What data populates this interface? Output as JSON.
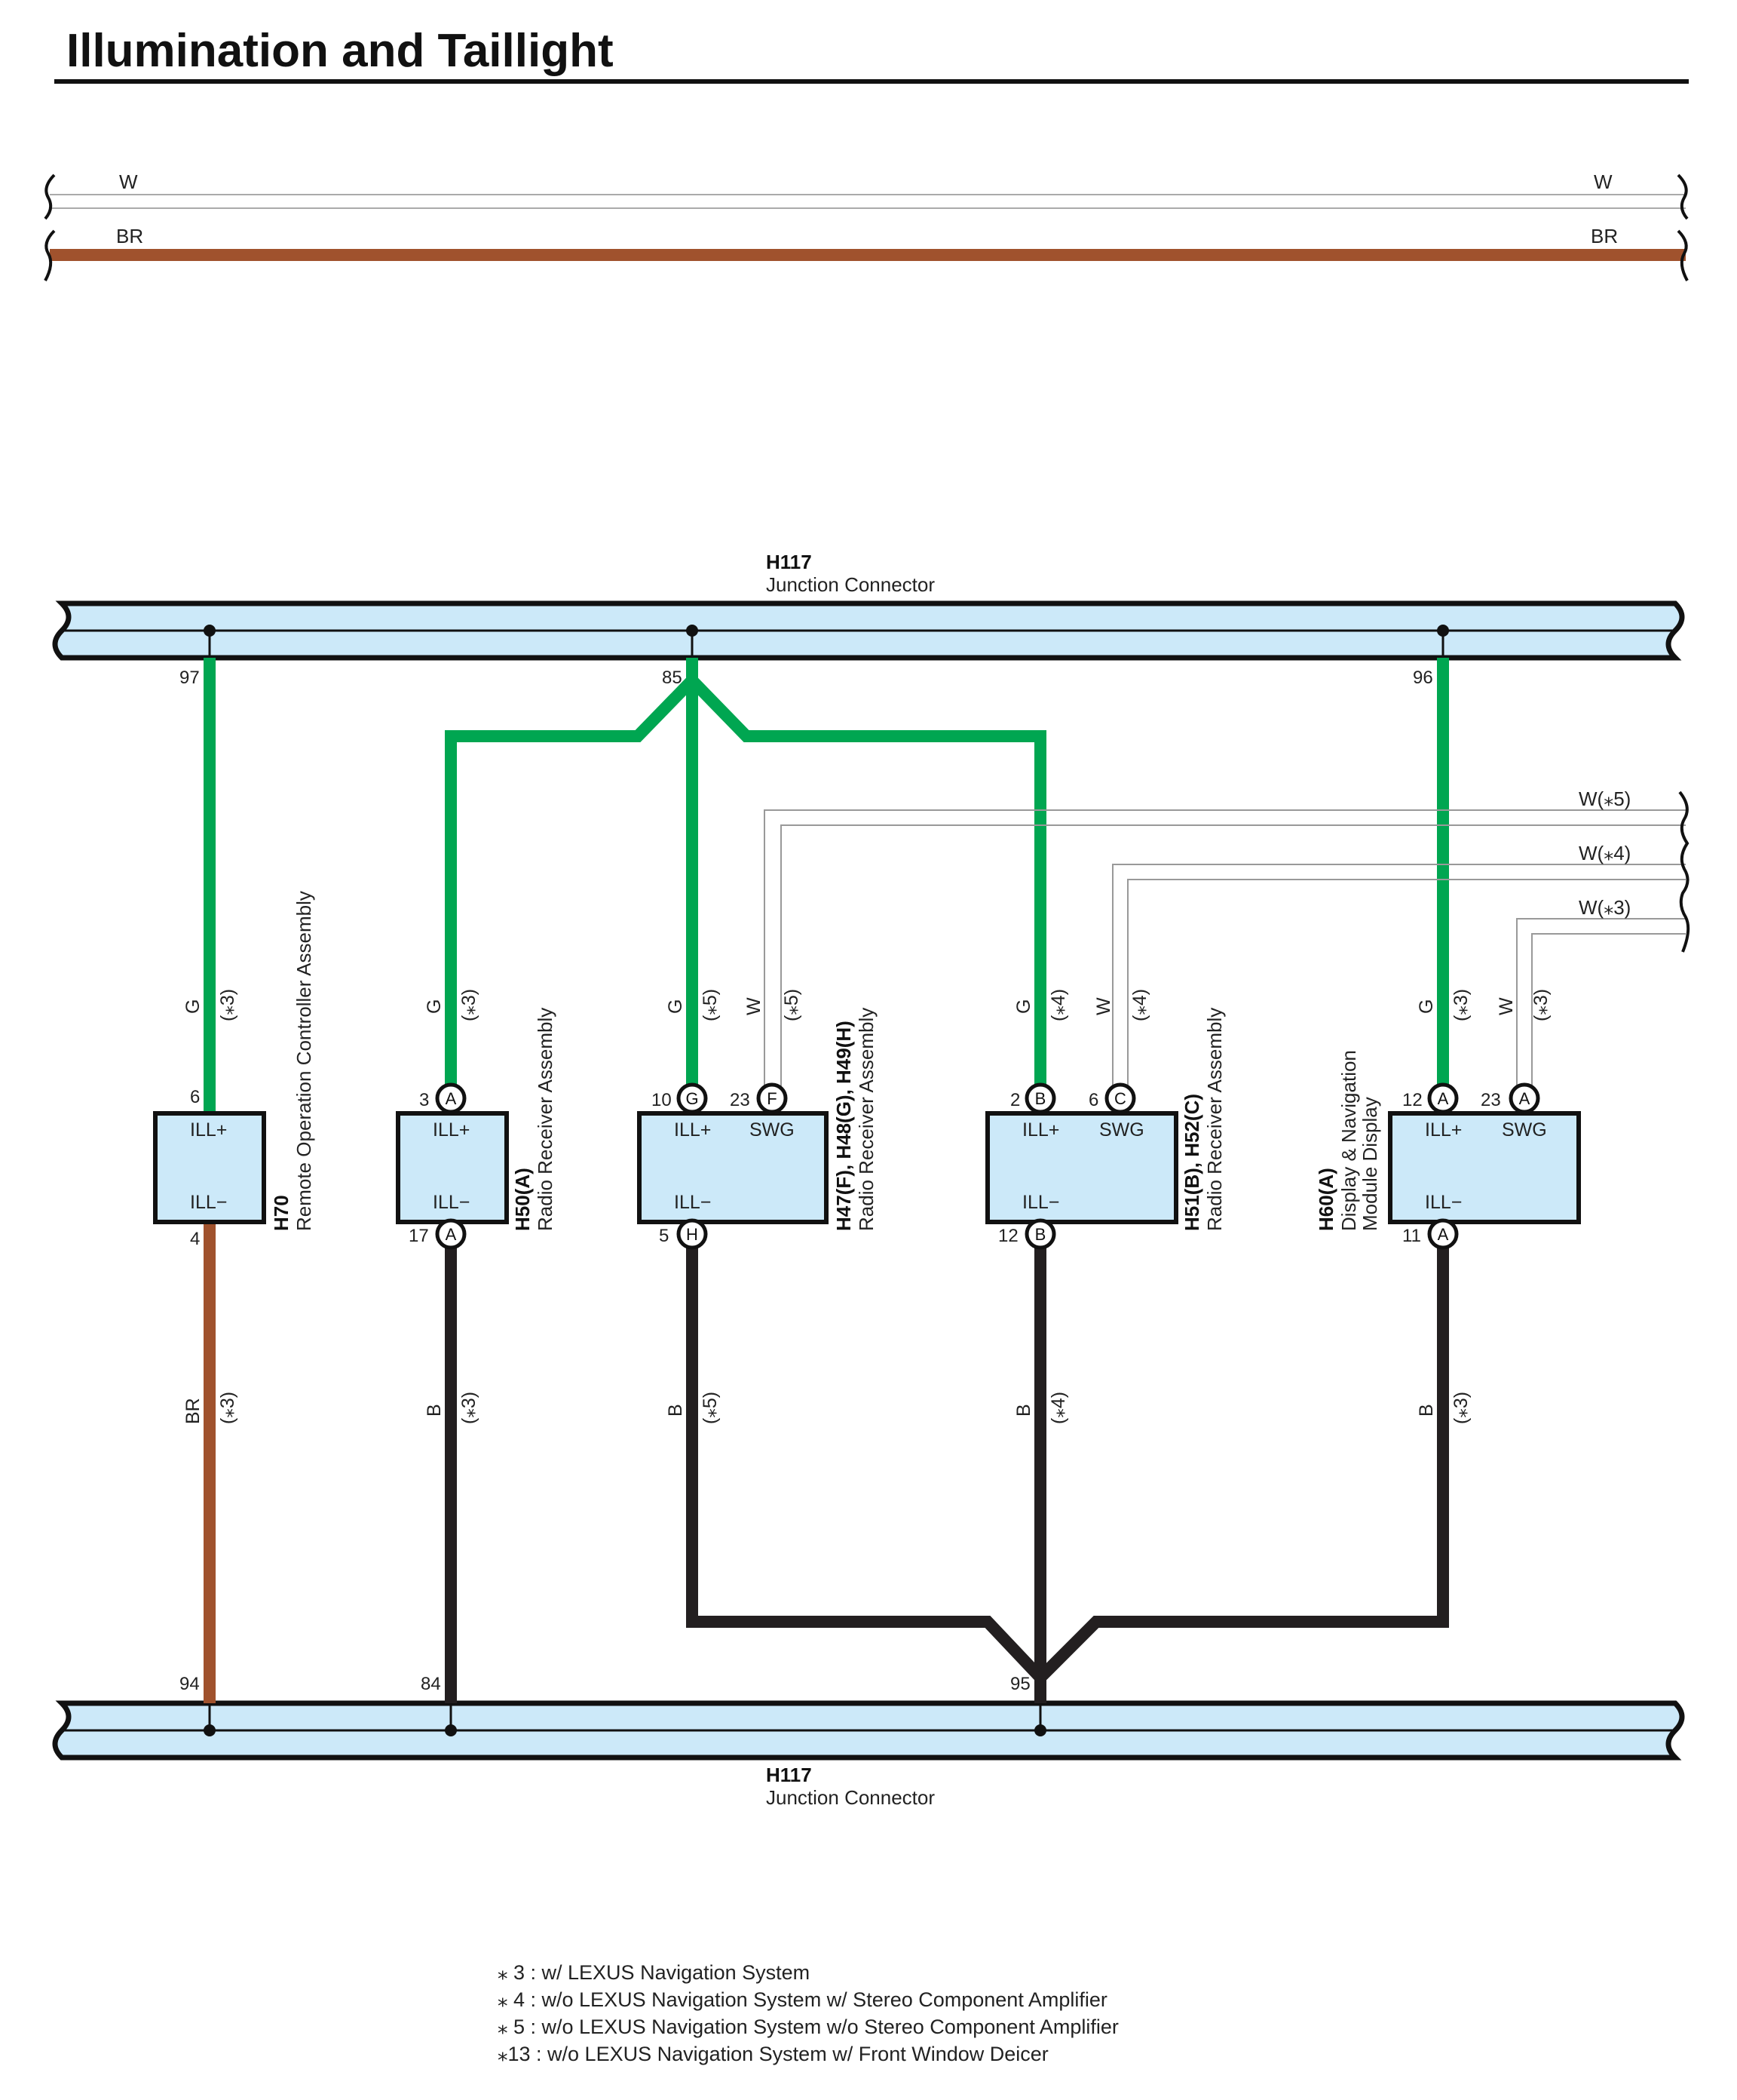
{
  "title": "Illumination and Taillight",
  "top_wires": {
    "w_left": "W",
    "w_right": "W",
    "br_left": "BR",
    "br_right": "BR"
  },
  "junction_top": {
    "code": "H117",
    "name": "Junction Connector",
    "pins": [
      "97",
      "85",
      "96"
    ]
  },
  "junction_bottom": {
    "code": "H117",
    "name": "Junction Connector",
    "pins": [
      "94",
      "84",
      "95"
    ]
  },
  "right_wires": {
    "w5": "W(⁎5)",
    "w4": "W(⁎4)",
    "w3": "W(⁎3)"
  },
  "components": [
    {
      "code": "H70",
      "name": "Remote Operation Controller Assembly",
      "ill_plus": "ILL+",
      "ill_minus": "ILL−",
      "top_pin": "6",
      "bottom_pin": "4",
      "top_wire": "G",
      "top_note": "(⁎3)",
      "bottom_wire": "BR",
      "bottom_note": "(⁎3)"
    },
    {
      "code": "H50(A)",
      "name": "Radio Receiver Assembly",
      "ill_plus": "ILL+",
      "ill_minus": "ILL−",
      "top_pin": "3",
      "top_letter": "A",
      "bottom_pin": "17",
      "bottom_letter": "A",
      "top_wire": "G",
      "top_note": "(⁎3)",
      "bottom_wire": "B",
      "bottom_note": "(⁎3)"
    },
    {
      "code": "H47(F), H48(G), H49(H)",
      "name": "Radio Receiver Assembly",
      "ill_plus": "ILL+",
      "swg": "SWG",
      "ill_minus": "ILL−",
      "top_pin": "10",
      "top_letter": "G",
      "swg_pin": "23",
      "swg_letter": "F",
      "bottom_pin": "5",
      "bottom_letter": "H",
      "top_wire": "G",
      "top_note": "(⁎5)",
      "swg_wire": "W",
      "swg_note": "(⁎5)",
      "bottom_wire": "B",
      "bottom_note": "(⁎5)"
    },
    {
      "code": "H51(B), H52(C)",
      "name": "Radio Receiver Assembly",
      "ill_plus": "ILL+",
      "swg": "SWG",
      "ill_minus": "ILL−",
      "top_pin": "2",
      "top_letter": "B",
      "swg_pin": "6",
      "swg_letter": "C",
      "bottom_pin": "12",
      "bottom_letter": "B",
      "top_wire": "G",
      "top_note": "(⁎4)",
      "swg_wire": "W",
      "swg_note": "(⁎4)",
      "bottom_wire": "B",
      "bottom_note": "(⁎4)"
    },
    {
      "code": "H60(A)",
      "name_line1": "Display & Navigation",
      "name_line2": "Module Display",
      "ill_plus": "ILL+",
      "swg": "SWG",
      "ill_minus": "ILL−",
      "top_pin": "12",
      "top_letter": "A",
      "swg_pin": "23",
      "swg_letter": "A",
      "bottom_pin": "11",
      "bottom_letter": "A",
      "top_wire": "G",
      "top_note": "(⁎3)",
      "swg_wire": "W",
      "swg_note": "(⁎3)",
      "bottom_wire": "B",
      "bottom_note": "(⁎3)"
    }
  ],
  "notes": [
    "⁎ 3 : w/ LEXUS Navigation System",
    "⁎ 4 : w/o LEXUS Navigation System w/ Stereo Component Amplifier",
    "⁎ 5 : w/o LEXUS Navigation System w/o Stereo Component Amplifier",
    "⁎13 : w/o LEXUS Navigation System w/ Front Window Deicer"
  ],
  "colors": {
    "green": "#00a651",
    "brown": "#a0522d",
    "black": "#231f20",
    "connector_fill": "#cce9f9",
    "white_wire": "#aaaaaa"
  }
}
